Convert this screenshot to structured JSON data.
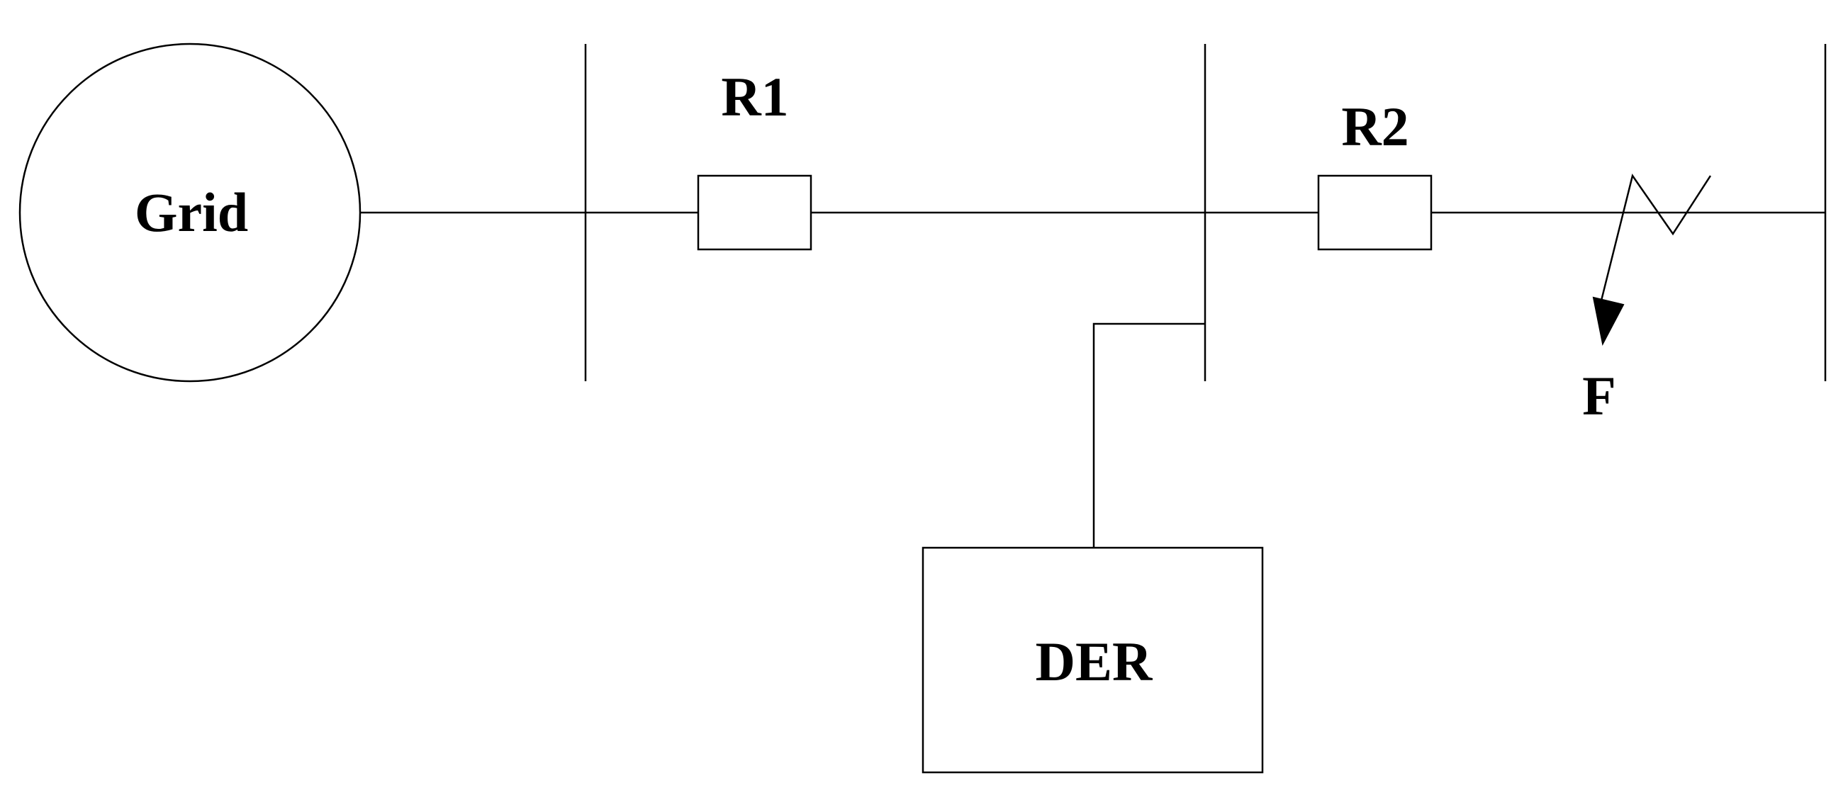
{
  "labels": {
    "grid": "Grid",
    "relay_1": "R1",
    "relay_2": "R2",
    "fault": "F",
    "der": "DER"
  },
  "colors": {
    "stroke": "#000000",
    "background": "#ffffff"
  }
}
